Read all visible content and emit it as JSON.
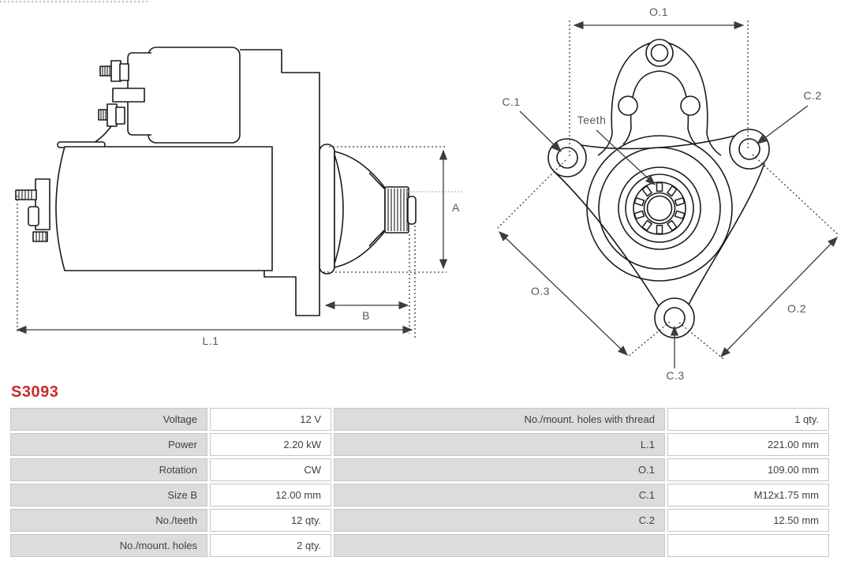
{
  "part_number": "S3093",
  "colors": {
    "part_number_red": "#cc2a2a",
    "table_label_bg": "#dcdcdc",
    "table_border": "#c6c6c6",
    "table_text": "#3f3f3f",
    "drawing_line": "#1a1a1a",
    "dimension_line": "#3c3c3c",
    "dimension_label": "#58585a"
  },
  "drawing_labels": {
    "a": "A",
    "b": "B",
    "l1": "L.1",
    "o1": "O.1",
    "o2": "O.2",
    "o3": "O.3",
    "c1": "C.1",
    "c2": "C.2",
    "c3": "C.3",
    "teeth": "Teeth"
  },
  "spec_table": {
    "rows": [
      {
        "l1": "Voltage",
        "v1": "12 V",
        "l2": "No./mount. holes with thread",
        "v2": "1 qty."
      },
      {
        "l1": "Power",
        "v1": "2.20 kW",
        "l2": "L.1",
        "v2": "221.00 mm"
      },
      {
        "l1": "Rotation",
        "v1": "CW",
        "l2": "O.1",
        "v2": "109.00 mm"
      },
      {
        "l1": "Size B",
        "v1": "12.00 mm",
        "l2": "C.1",
        "v2": "M12x1.75 mm"
      },
      {
        "l1": "No./teeth",
        "v1": "12 qty.",
        "l2": "C.2",
        "v2": "12.50 mm"
      },
      {
        "l1": "No./mount. holes",
        "v1": "2 qty.",
        "l2": "",
        "v2": ""
      }
    ]
  }
}
